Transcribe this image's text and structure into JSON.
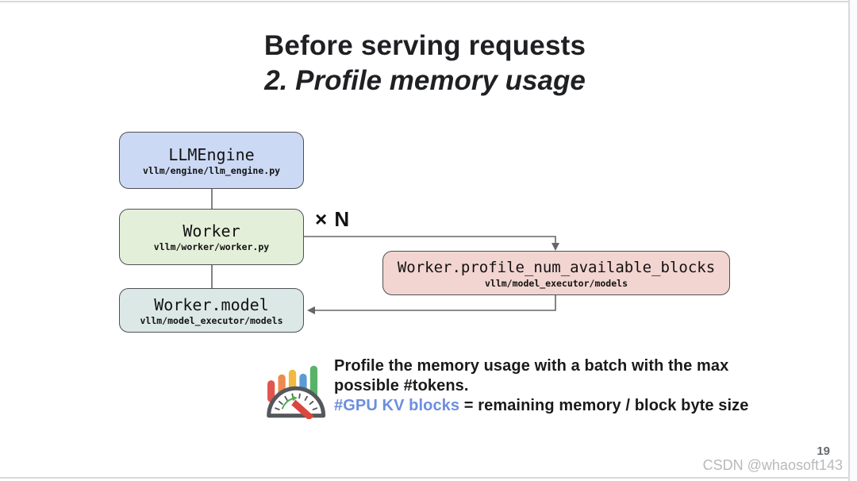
{
  "slide": {
    "title_line1": "Before serving requests",
    "title_line2": "2. Profile memory usage",
    "page_number": "19",
    "watermark": "CSDN @whaosoft143"
  },
  "diagram": {
    "multiplier_label": "× N",
    "connector_color": "#666666",
    "border_color": "#4e5154",
    "nodes": [
      {
        "label": "LLMEngine",
        "sublabel": "vllm/engine/llm_engine.py",
        "color": "#ccd9f4"
      },
      {
        "label": "Worker",
        "sublabel": "vllm/worker/worker.py",
        "color": "#e4efda"
      },
      {
        "label": "Worker.model",
        "sublabel": "vllm/model_executor/models",
        "color": "#dce8e6"
      },
      {
        "label": "Worker.profile_num_available_blocks",
        "sublabel": "vllm/model_executor/models",
        "color": "#f2d4d0"
      }
    ]
  },
  "note": {
    "icon": "performance-gauge-icon",
    "line1": "Profile the memory usage with a batch with the max",
    "line2": "possible #tokens.",
    "formula_highlight": "#GPU KV blocks",
    "formula_rest": " = remaining memory / block byte size",
    "highlight_color": "#6c8ede"
  }
}
